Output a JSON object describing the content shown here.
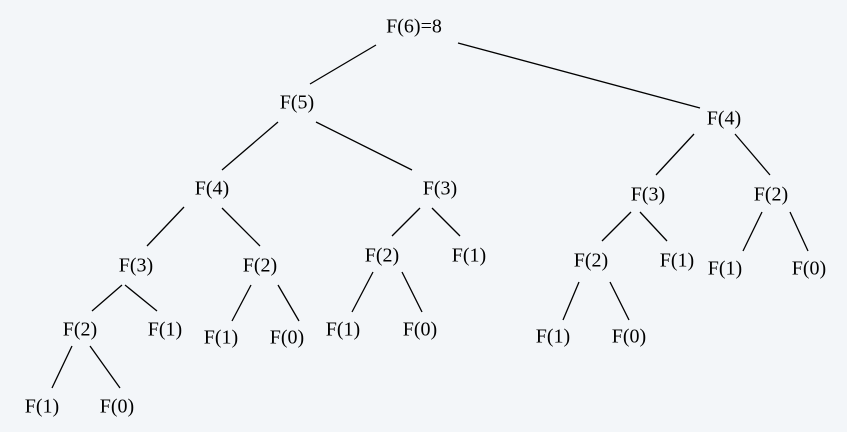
{
  "diagram": {
    "title": "",
    "nodes": {
      "root": "F(6)=8",
      "n5": "F(5)",
      "n4a": "F(4)",
      "n3a": "F(3)",
      "n2a": "F(2)",
      "n1a": "F(1)",
      "n0a": "F(0)",
      "n1b": "F(1)",
      "n2b": "F(2)",
      "n1c": "F(1)",
      "n0b": "F(0)",
      "n3b": "F(3)",
      "n2c": "F(2)",
      "n1d": "F(1)",
      "n0c": "F(0)",
      "n1e": "F(1)",
      "n4b": "F(4)",
      "n3c": "F(3)",
      "n2d": "F(2)",
      "n1f": "F(1)",
      "n0d": "F(0)",
      "n1g": "F(1)",
      "n2e": "F(2)",
      "n1h": "F(1)",
      "n0e": "F(0)"
    },
    "edges": [
      [
        "root",
        "n5"
      ],
      [
        "root",
        "n4b"
      ],
      [
        "n5",
        "n4a"
      ],
      [
        "n5",
        "n3b"
      ],
      [
        "n4a",
        "n3a"
      ],
      [
        "n4a",
        "n2b"
      ],
      [
        "n3a",
        "n2a"
      ],
      [
        "n3a",
        "n1b"
      ],
      [
        "n2a",
        "n1a"
      ],
      [
        "n2a",
        "n0a"
      ],
      [
        "n2b",
        "n1c"
      ],
      [
        "n2b",
        "n0b"
      ],
      [
        "n3b",
        "n2c"
      ],
      [
        "n3b",
        "n1e"
      ],
      [
        "n2c",
        "n1d"
      ],
      [
        "n2c",
        "n0c"
      ],
      [
        "n4b",
        "n3c"
      ],
      [
        "n4b",
        "n2e"
      ],
      [
        "n3c",
        "n2d"
      ],
      [
        "n3c",
        "n1g"
      ],
      [
        "n2d",
        "n1f"
      ],
      [
        "n2d",
        "n0d"
      ],
      [
        "n2e",
        "n1h"
      ],
      [
        "n2e",
        "n0e"
      ]
    ]
  }
}
